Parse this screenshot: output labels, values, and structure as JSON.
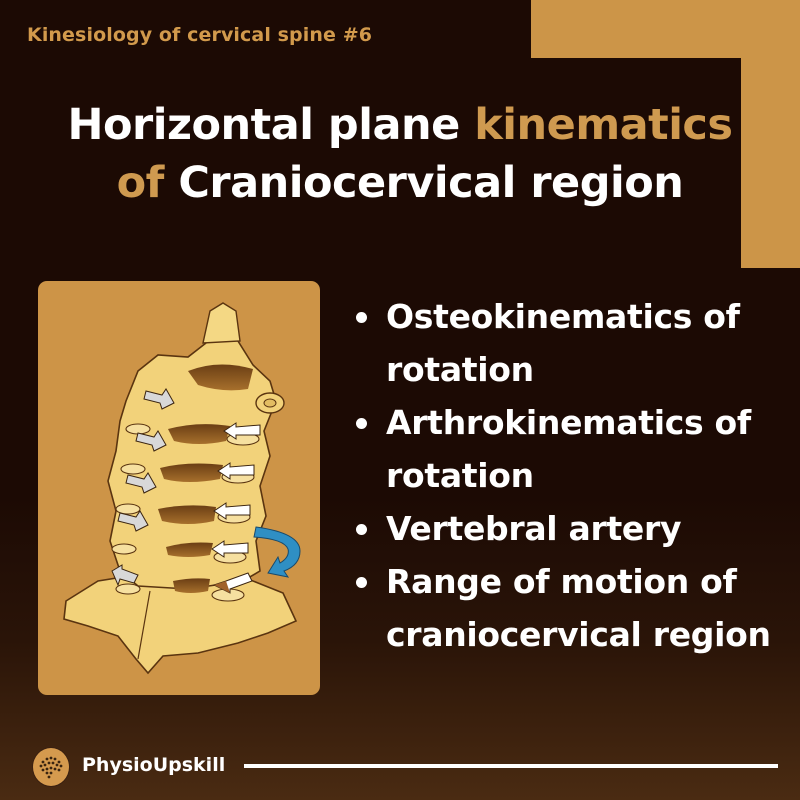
{
  "header": {
    "series_label": "Kinesiology of cervical spine #6"
  },
  "title": {
    "line1_white": "Horizontal plane ",
    "line1_accent": "kinematics",
    "line2_accent": "of ",
    "line2_white": "Craniocervical region"
  },
  "illustration": {
    "subject": "cervical-spine-rotation-illustration",
    "arrow_icons": [
      "left-arrow-icon",
      "rotation-arrow-icon"
    ]
  },
  "bullets": [
    "Osteokinematics of rotation",
    "Arthrokinematics of rotation",
    "Vertebral artery",
    "Range of motion of craniocervical region"
  ],
  "footer": {
    "brand": "PhysioUpskill",
    "logo_icon": "brain-logo-icon"
  },
  "colors": {
    "background": "#1c0a04",
    "accent_gold": "#cc9548",
    "text_white": "#ffffff",
    "panel": "#cd9447",
    "bone": "#f2d27a",
    "rotation_arrow": "#2f8fc4"
  }
}
